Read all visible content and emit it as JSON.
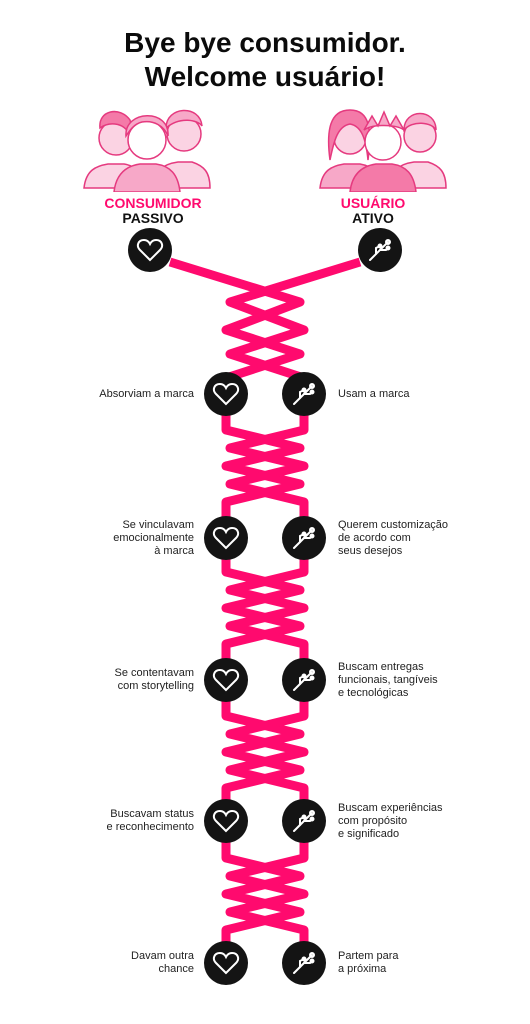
{
  "title": {
    "line1": "Bye bye consumidor.",
    "line2": "Welcome usuário!"
  },
  "left_header": {
    "line1": "CONSUMIDOR",
    "line2": "PASSIVO",
    "icon": "heart-icon"
  },
  "right_header": {
    "line1": "USUÁRIO",
    "line2": "ATIVO",
    "icon": "usb-icon"
  },
  "colors": {
    "accent": "#ff0a6e",
    "circle": "#141414",
    "person_fill": "#f7a8c8"
  },
  "rows": [
    {
      "left": "Absorviam a marca",
      "right": "Usam a marca"
    },
    {
      "left": "Se vinculavam\nemocionalmente\nà marca",
      "right": "Querem customização\nde acordo com\nseus desejos"
    },
    {
      "left": "Se contentavam\ncom storytelling",
      "right": "Buscam entregas\nfuncionais, tangíveis\ne tecnológicas"
    },
    {
      "left": "Buscavam status\ne reconhecimento",
      "right": "Buscam experiências\ncom propósito\ne significado"
    },
    {
      "left": "Davam outra\nchance",
      "right": "Partem para\na próxima"
    }
  ]
}
